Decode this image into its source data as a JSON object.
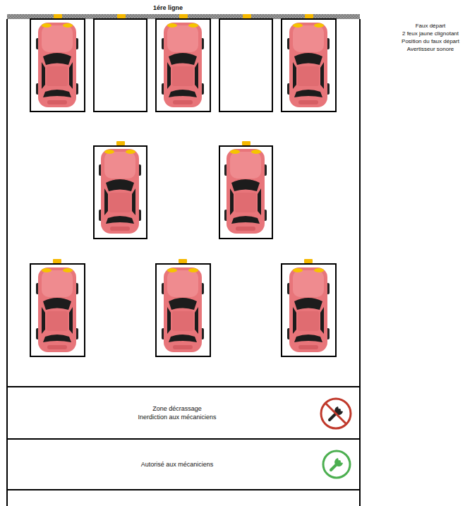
{
  "diagram": {
    "title": "1ére ligne",
    "nodes": [
      {
        "text": [
          "Zone décrassage",
          "Inerdiction aux mécaniciens"
        ]
      },
      {
        "text": [
          "Autorisé aux mécaniciens"
        ]
      }
    ],
    "labels": [
      "Faux départ",
      "2 feux jaune clignotant",
      "Position du faux départ",
      "Avertisseur sonore"
    ]
  }
}
